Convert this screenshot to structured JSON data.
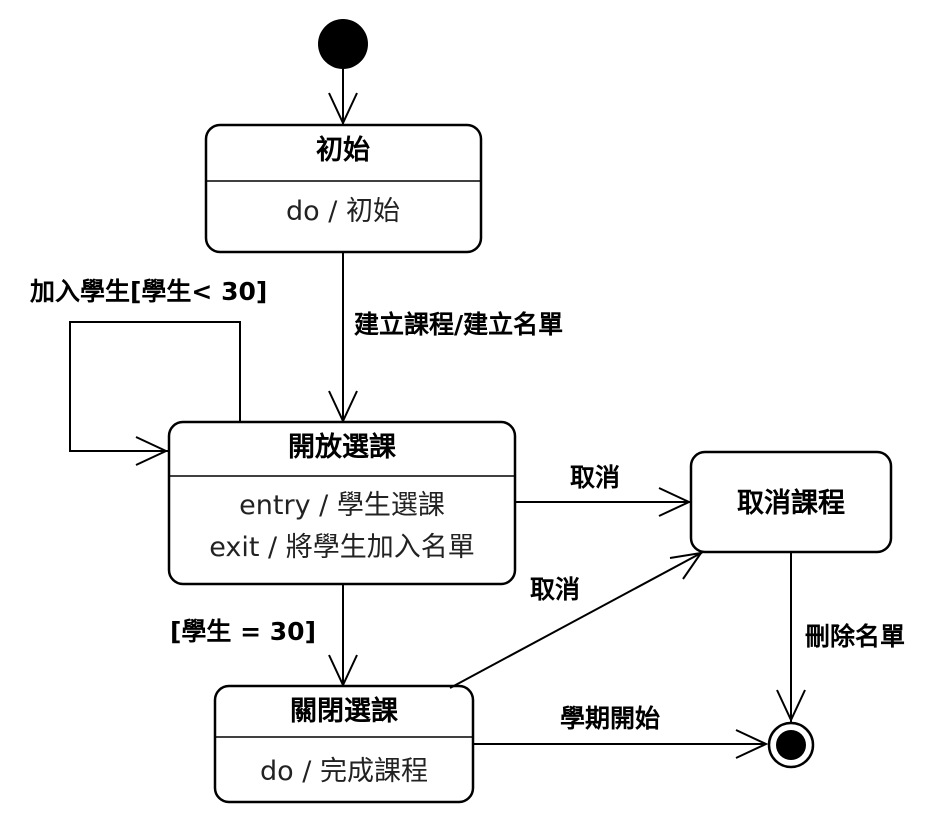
{
  "diagram": {
    "states": {
      "init": {
        "name": "初始",
        "activity": "do / 初始"
      },
      "open": {
        "name": "開放選課",
        "entry": "entry / 學生選課",
        "exit": "exit / 將學生加入名單"
      },
      "closed": {
        "name": "關閉選課",
        "activity": "do / 完成課程"
      },
      "cancelled": {
        "name": "取消課程"
      }
    },
    "transitions": {
      "init_to_open": "建立課程/建立名單",
      "self_loop": "加入學生[學生< 30]",
      "open_to_cancel": "取消",
      "closed_to_cancel": "取消",
      "open_to_closed": "[學生 = 30]",
      "cancel_to_final": "刪除名單",
      "closed_to_final": "學期開始"
    }
  }
}
